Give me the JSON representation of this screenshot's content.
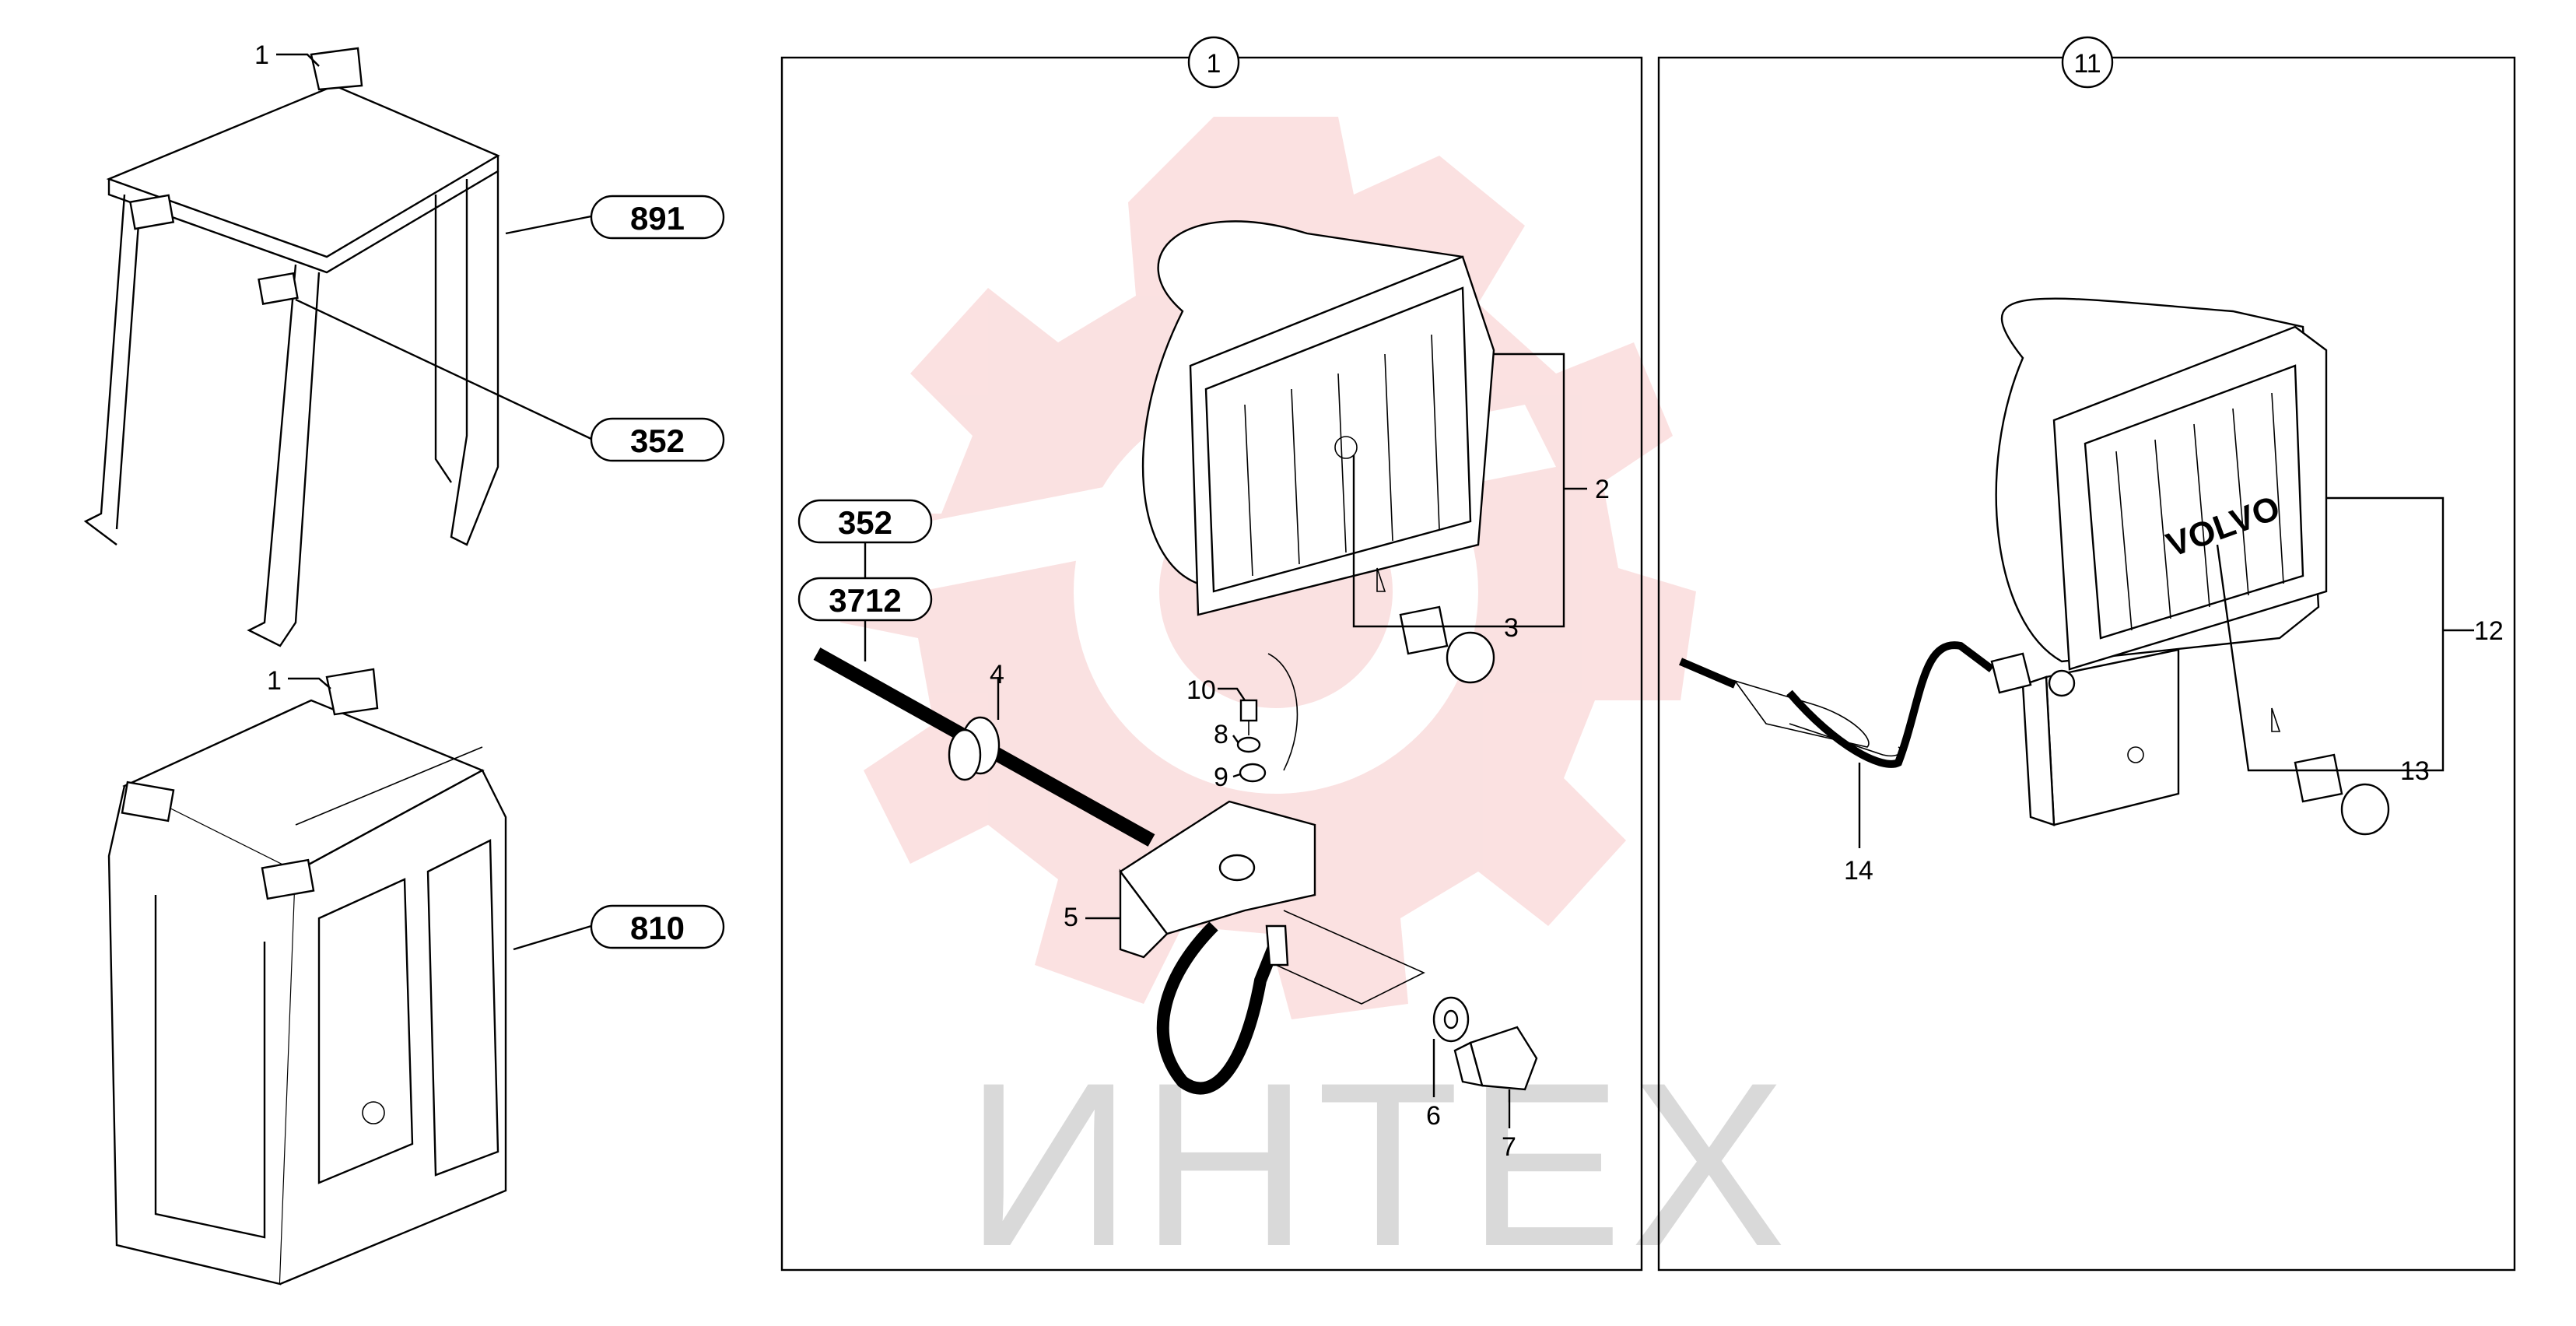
{
  "watermark": {
    "text": "ИНТЕХ",
    "gear_color": "#f7c9c9",
    "text_color": "#d9d9d9"
  },
  "assemblies": {
    "891": "891",
    "352_cab": "352",
    "810": "810",
    "352_cable": "352",
    "3712": "3712"
  },
  "panels": {
    "detail_1": "1",
    "detail_11": "11"
  },
  "callouts": {
    "c1_top": "1",
    "c1_bottom": "1",
    "c2": "2",
    "c3": "3",
    "c4": "4",
    "c5": "5",
    "c6": "6",
    "c7": "7",
    "c8": "8",
    "c9": "9",
    "c10": "10",
    "c12": "12",
    "c13": "13",
    "c14": "14"
  },
  "brand": {
    "lamp_logo": "VOLVO"
  }
}
